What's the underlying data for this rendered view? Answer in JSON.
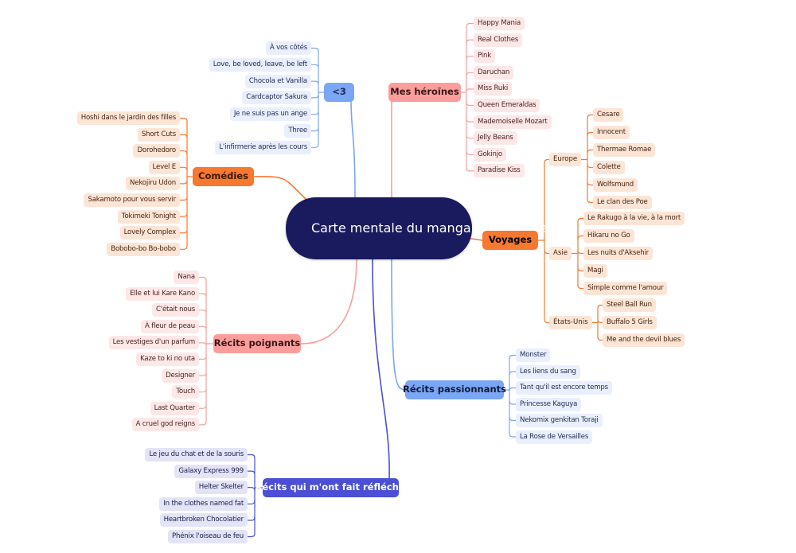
{
  "root": {
    "title": "Carte mentale du manga chez @chiarara",
    "color": "#1a1a5e"
  },
  "branches": [
    {
      "id": "coeur",
      "label": "<3",
      "side": "left",
      "color": "#7aa6f4",
      "leaf_bg": "#e9effd",
      "text": "#1f2a55",
      "items": [
        "À vos côtés",
        "Love, be loved, leave, be left",
        "Chocola et Vanilla",
        "Cardcaptor Sakura",
        "Je ne suis pas un ange",
        "Three",
        "L'infirmerie après les cours"
      ]
    },
    {
      "id": "heroines",
      "label": "Mes héroïnes",
      "side": "right",
      "color": "#fb9e9b",
      "leaf_bg": "#fde8e7",
      "text": "#4a1f22",
      "items": [
        "Happy Mania",
        "Real Clothes",
        "Pink",
        "Daruchan",
        "Miss Ruki",
        "Queen Emeraldas",
        "Mademoiselle Mozart",
        "Jelly Beans",
        "Gokinjo",
        "Paradise Kiss"
      ]
    },
    {
      "id": "comedies",
      "label": "Comédies",
      "side": "left",
      "color": "#f7782f",
      "leaf_bg": "#fde5d6",
      "text": "#4a2410",
      "items": [
        "Hoshi dans le jardin des filles",
        "Short Cuts",
        "Dorohedoro",
        "Level E",
        "Nekojiru Udon",
        "Sakamoto pour vous servir",
        "Tokimeki Tonight",
        "Lovely Complex",
        "Bobobo-bo Bo-bobo"
      ]
    },
    {
      "id": "voyages",
      "label": "Voyages",
      "side": "right",
      "color": "#f7782f",
      "leaf_bg": "#fde5d6",
      "text": "#4a2410",
      "groups": [
        {
          "label": "Europe",
          "items": [
            "Cesare",
            "Innocent",
            "Thermae Romae",
            "Colette",
            "Wolfsmund",
            "Le clan des Poe"
          ]
        },
        {
          "label": "Asie",
          "items": [
            "Le Rakugo à la vie, à la mort",
            "Hikaru no Go",
            "Les nuits d'Aksehir",
            "Magi",
            "Simple comme l'amour"
          ]
        },
        {
          "label": "États-Unis",
          "items": [
            "Steel Ball Run",
            "Buffalo 5 Girls",
            "Me and the devil blues"
          ]
        }
      ]
    },
    {
      "id": "poignants",
      "label": "Récits poignants",
      "side": "left",
      "color": "#fb9e9b",
      "leaf_bg": "#fde8e7",
      "text": "#4a1f22",
      "items": [
        "Nana",
        "Elle et lui Kare Kano",
        "C'était nous",
        "À fleur de peau",
        "Les vestiges d'un parfum",
        "Kaze to ki no uta",
        "Designer",
        "Touch",
        "Last Quarter",
        "A cruel god reigns"
      ]
    },
    {
      "id": "passionnants",
      "label": "Récits passionnants",
      "side": "right",
      "color": "#7aa6f4",
      "leaf_bg": "#e9effd",
      "text": "#1f2a55",
      "items": [
        "Monster",
        "Les liens du sang",
        "Tant qu'il est encore temps",
        "Princesse Kaguya",
        "Nekomix genkitan Toraji",
        "La Rose de Versailles"
      ]
    },
    {
      "id": "reflechir",
      "label": "Récits qui m'ont fait réfléchir",
      "side": "left",
      "color": "#4a4fd6",
      "leaf_bg": "#e3e4f8",
      "text": "#1c1d4a",
      "items": [
        "Le jeu du chat et de la souris",
        "Galaxy Express 999",
        "Helter Skelter",
        "In the clothes named fat",
        "Heartbroken Chocolatier",
        "Phénix l'oiseau de feu"
      ]
    }
  ]
}
